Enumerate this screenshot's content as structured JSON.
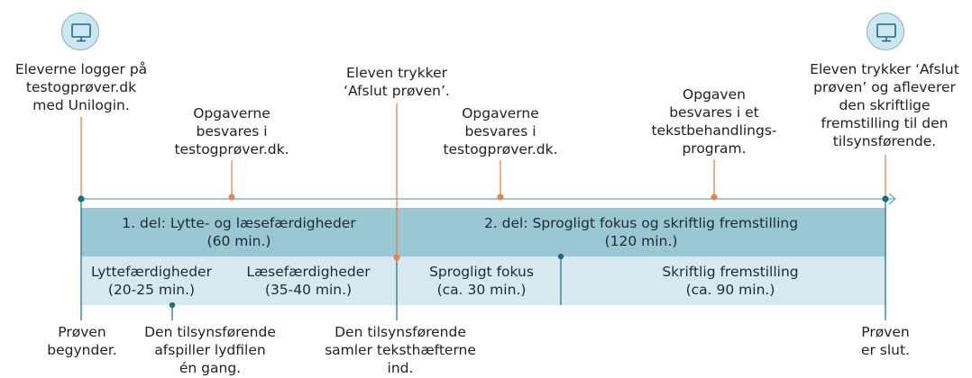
{
  "top_labels": {
    "start_login": "Eleverne logger på\ntestogprøver.dk\nmed Unilogin.",
    "part1_answer": "Opgaverne\nbesvares i\ntestogprøver.dk.",
    "finish_part1": "Eleven trykker\n‘Afslut prøven’.",
    "part2_answer": "Opgaverne\nbesvares i\ntestogprøver.dk.",
    "word_processor": "Opgaven\nbesvares i et\ntekstbehandlings-\nprogram.",
    "finish_exam": "Eleven trykker ‘Afslut\nprøven’ og afleverer\nden skriftlige\nfremstilling til den\ntilsynsførende."
  },
  "band": {
    "part1": "1.  del: Lytte- og læsefærdigheder\n(60 min.)",
    "part2": "2. del: Sprogligt fokus og skriftlig fremstilling\n(120 min.)",
    "listening": "Lyttefærdigheder\n(20-25 min.)",
    "reading": "Læsefærdigheder\n(35-40 min.)",
    "language_focus": "Sprogligt fokus\n(ca. 30 min.)",
    "written": "Skriftlig fremstilling\n(ca. 90 min.)"
  },
  "bottom_labels": {
    "begins": "Prøven\nbegynder.",
    "audio": "Den tilsynsførende\nafspiller lydfilen\nén gang.",
    "collect": "Den tilsynsførende\nsamler teksthæfterne\nind.",
    "ends": "Prøven\ner slut."
  },
  "icons": {
    "start": "computer-monitor-icon",
    "end": "computer-monitor-icon"
  },
  "colors": {
    "timeline": "#6aa7c0",
    "band_dark": "#9ac7d4",
    "band_light": "#d6e9ef",
    "marker_orange": "#e8834f",
    "marker_blue": "#1e6b87",
    "icon_fill": "#cde6ef"
  }
}
